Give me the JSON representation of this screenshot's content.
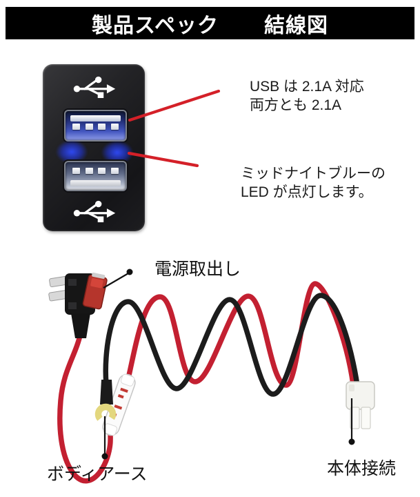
{
  "header": {
    "spec_title": "製品スペック",
    "diagram_title": "結線図"
  },
  "usb_panel": {
    "icons": {
      "top": "usb-trident-icon",
      "bottom": "usb-trident-icon"
    },
    "ports": [
      "usb-a-port-upper",
      "usb-a-port-lower"
    ],
    "led_glow_count": 2
  },
  "annotations": {
    "usb_note": {
      "line1": "USB は 2.1A 対応",
      "line2": "両方とも 2.1A"
    },
    "led_note": {
      "line1": "ミッドナイトブルーの",
      "line2": "LED が点灯します。"
    }
  },
  "wiring": {
    "power_label": "電源取出し",
    "ground_label": "ボディアース",
    "unit_label": "本体接続"
  },
  "colors": {
    "header_bg": "#000000",
    "header_text": "#ffffff",
    "callout_red": "#d42028",
    "cable_red": "#c32031",
    "cable_black": "#1c1c1c",
    "led_blue": "#2a46ff",
    "fuse_red": "#b5352c",
    "terminal_yellow": "#e3d77e",
    "connector_white": "#f4f4f0"
  }
}
